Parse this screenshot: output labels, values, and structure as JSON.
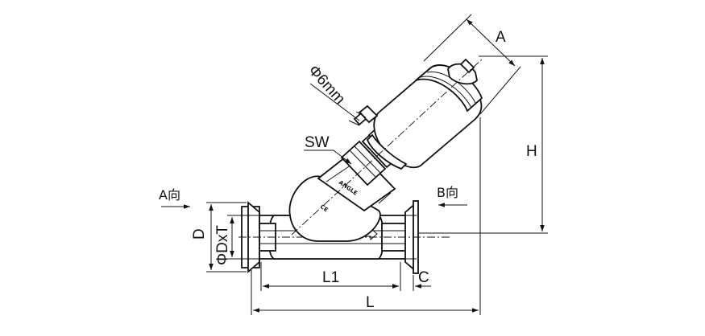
{
  "labels": {
    "dim_a": "A",
    "dim_h": "H",
    "dim_d": "D",
    "dim_dxt": "ΦDxT",
    "dim_l1": "L1",
    "dim_c": "C",
    "dim_l": "L",
    "dim_sw": "SW",
    "dim_port": "Φ6mm",
    "view_a": "A向",
    "view_b": "B向"
  },
  "colors": {
    "line": "#111111",
    "background": "#ffffff"
  },
  "icons": {
    "flow_direction": "flow-arrow-icon"
  }
}
